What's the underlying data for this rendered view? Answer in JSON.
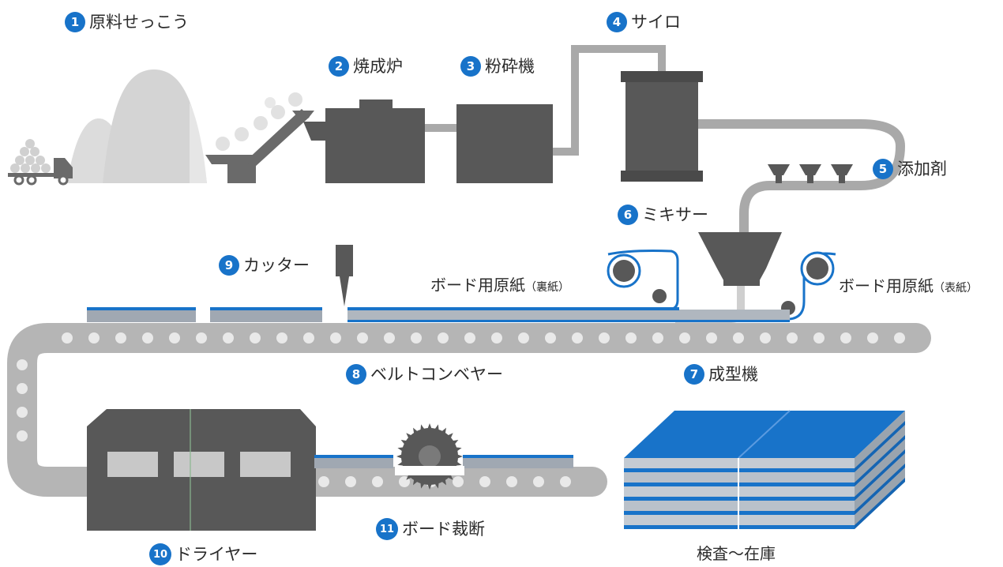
{
  "colors": {
    "accent_blue": "#1873c9",
    "machine_dark": "#585858",
    "machine_mid": "#7a7a7a",
    "pipe_gray": "#a9a9a9",
    "conveyor_gray": "#b5b5b5",
    "pile_light": "#d9d9d9",
    "text": "#2b2b2b"
  },
  "steps": [
    {
      "num": "1",
      "label": "原料せっこう"
    },
    {
      "num": "2",
      "label": "焼成炉"
    },
    {
      "num": "3",
      "label": "粉砕機"
    },
    {
      "num": "4",
      "label": "サイロ"
    },
    {
      "num": "5",
      "label": "添加剤"
    },
    {
      "num": "6",
      "label": "ミキサー"
    },
    {
      "num": "7",
      "label": "成型機"
    },
    {
      "num": "8",
      "label": "ベルトコンベヤー"
    },
    {
      "num": "9",
      "label": "カッター"
    },
    {
      "num": "10",
      "label": "ドライヤー"
    },
    {
      "num": "11",
      "label": "ボード裁断"
    }
  ],
  "paper_back": {
    "main": "ボード用原紙",
    "sub": "（裏紙）"
  },
  "paper_front": {
    "main": "ボード用原紙",
    "sub": "（表紙）"
  },
  "final_label": "検査〜在庫"
}
